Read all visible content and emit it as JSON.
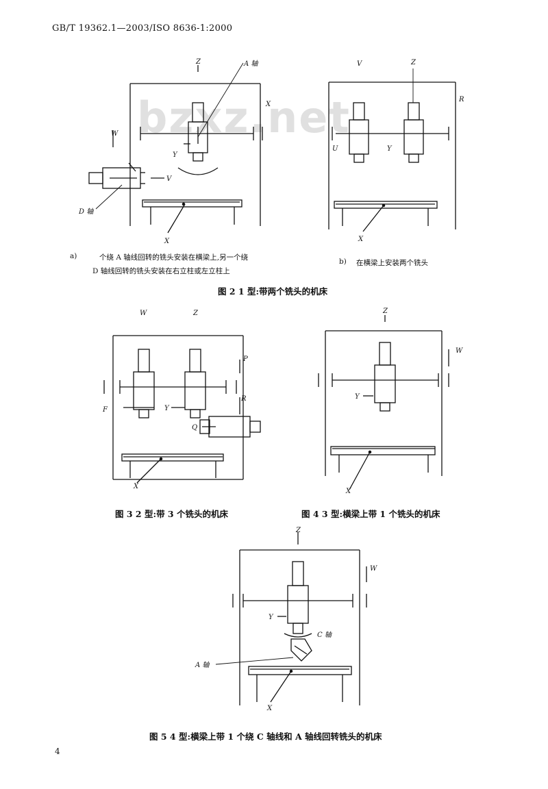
{
  "header": "GB/T 19362.1—2003/ISO 8636-1:2000",
  "watermark": "bzxz.net",
  "page_number": "4",
  "fig2": {
    "caption": "图 2   1 型:带两个铣头的机床",
    "sub_a_line1": "个绕 A 轴线回转的铣头安装在横梁上,另一个绕",
    "sub_a_line2": "D 轴线回转的铣头安装在右立柱或左立柱上",
    "sub_a_mark": "a)",
    "sub_b_mark": "b)",
    "sub_b": "在横梁上安装两个铣头",
    "labels_a": {
      "z": "Z",
      "a_axis": "A 轴",
      "x_top": "X",
      "w": "W",
      "y": "Y",
      "v": "V",
      "d_axis": "D 轴",
      "x_bottom": "X"
    },
    "labels_b": {
      "v": "V",
      "z": "Z",
      "r": "R",
      "u": "U",
      "y": "Y",
      "x": "X"
    }
  },
  "fig3": {
    "caption": "图 3   2 型:带 3 个铣头的机床",
    "labels": {
      "w": "W",
      "z": "Z",
      "p": "P",
      "r": "R",
      "f": "F",
      "y": "Y",
      "q": "Q",
      "x": "X"
    }
  },
  "fig4": {
    "caption": "图 4   3 型:横梁上带 1 个铣头的机床",
    "labels": {
      "z": "Z",
      "w": "W",
      "y": "Y",
      "x": "X"
    }
  },
  "fig5": {
    "caption": "图 5   4 型:横梁上带 1 个绕 C 轴线和 A 轴线回转铣头的机床",
    "labels": {
      "z": "Z",
      "w": "W",
      "y": "Y",
      "c_axis": "C 轴",
      "a_axis": "A 轴",
      "x": "X"
    }
  }
}
